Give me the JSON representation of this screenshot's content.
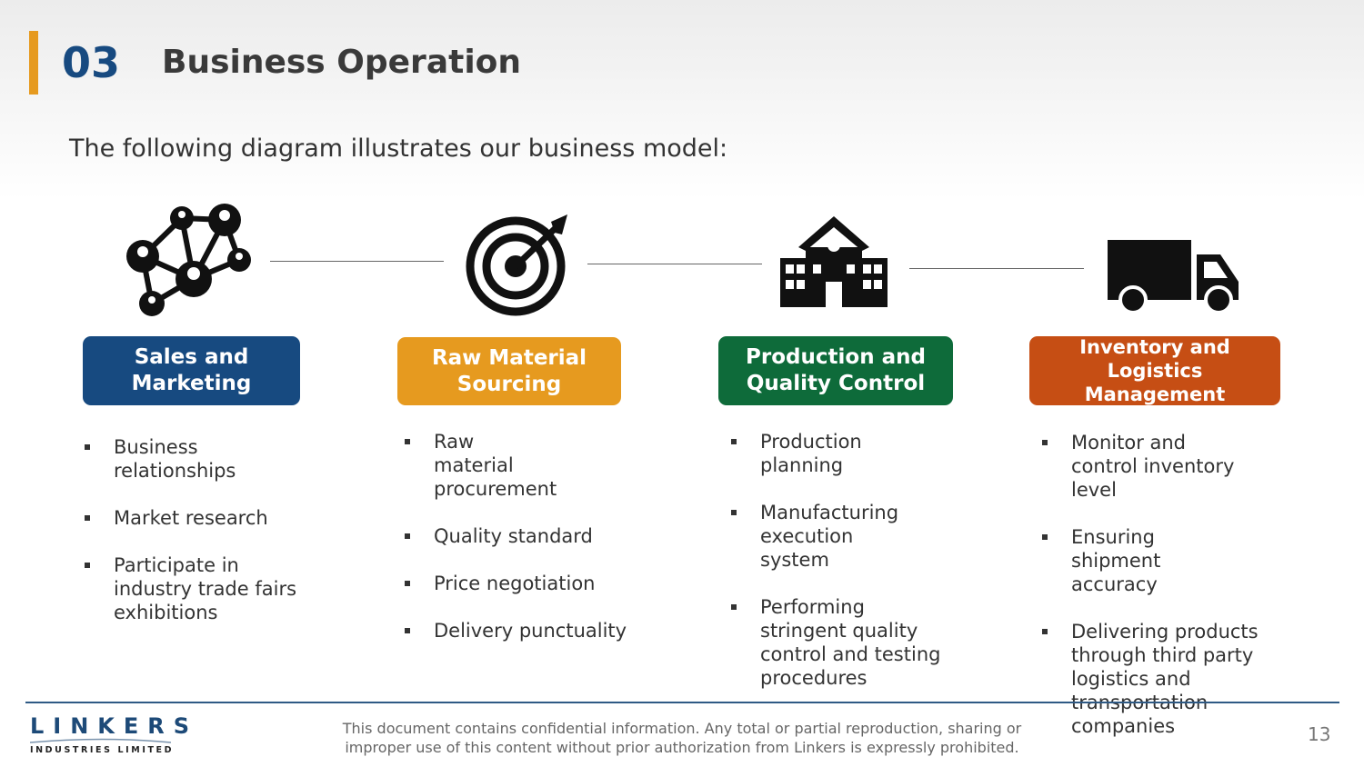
{
  "header": {
    "section_number": "03",
    "title": "Business Operation"
  },
  "intro": "The following diagram illustrates our business model:",
  "columns": [
    {
      "icon": "network-people-icon",
      "label": "Sales and Marketing",
      "color": "#174a80",
      "items": [
        "Business relationships",
        "Market research",
        "Participate in industry trade fairs exhibitions"
      ]
    },
    {
      "icon": "target-icon",
      "label": "Raw Material Sourcing",
      "color": "#e69a1f",
      "items": [
        "Raw material procurement",
        "Quality standard",
        "Price negotiation",
        "Delivery punctuality"
      ]
    },
    {
      "icon": "factory-building-icon",
      "label": "Production and Quality Control",
      "color": "#0e6b3a",
      "items": [
        "Production planning",
        "Manufacturing execution system",
        "Performing stringent quality control and testing procedures"
      ]
    },
    {
      "icon": "truck-icon",
      "label": "Inventory and Logistics Management",
      "color": "#c64e14",
      "items": [
        "Monitor and control inventory level",
        "Ensuring shipment accuracy",
        "Delivering products through third party logistics and transportation companies"
      ]
    }
  ],
  "footer": {
    "logo_name": "LINKERS",
    "logo_sub": "INDUSTRIES LIMITED",
    "disclaimer": "This document contains confidential information. Any total or partial reproduction, sharing or improper use of this content without prior authorization from Linkers is expressly prohibited.",
    "page_number": "13"
  }
}
